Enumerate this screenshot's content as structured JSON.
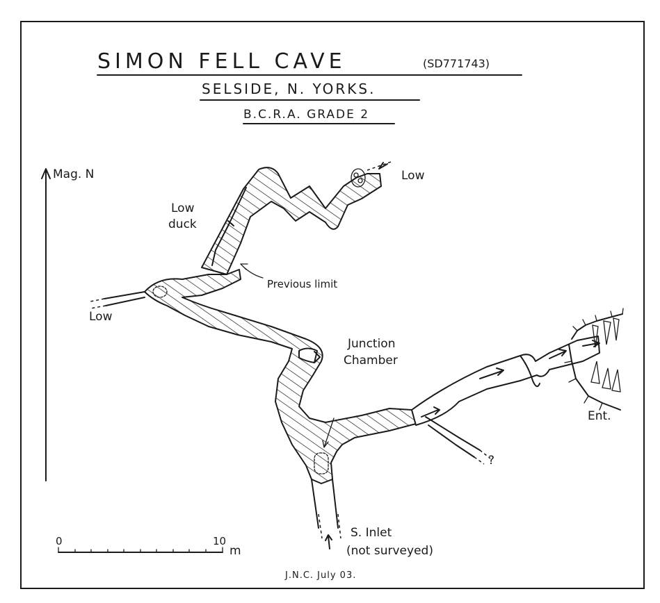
{
  "title": {
    "main": "SIMON FELL CAVE",
    "grid_ref": "(SD771743)",
    "location": "SELSIDE, N. YORKS.",
    "grade": "B.C.R.A. GRADE 2"
  },
  "north_arrow": {
    "label": "Mag. N"
  },
  "labels": {
    "low_duck_line1": "Low",
    "low_duck_line2": "duck",
    "low_ne": "Low",
    "low_w": "Low",
    "previous_limit": "Previous limit",
    "junction_line1": "Junction",
    "junction_line2": "Chamber",
    "entrance": "Ent.",
    "unknown": "?",
    "inlet_line1": "S. Inlet",
    "inlet_line2": "(not surveyed)"
  },
  "scale_bar": {
    "start": "0",
    "end": "10",
    "unit": "m"
  },
  "credit": "J.N.C. July 03."
}
